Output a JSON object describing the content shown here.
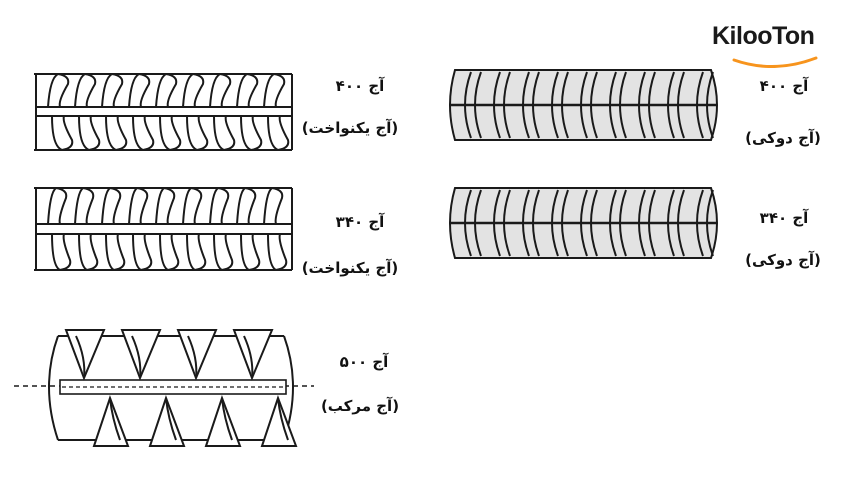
{
  "logo": {
    "text": "KilooTon",
    "accent": "#f7941d"
  },
  "labels": {
    "a400_single": {
      "grade": "آج ۴۰۰",
      "type": "(آج یکنواخت)"
    },
    "a340_single": {
      "grade": "آج ۳۴۰",
      "type": "(آج یکنواخت)"
    },
    "a500_composite": {
      "grade": "آج ۵۰۰",
      "type": "(آج مرکب)"
    },
    "a400_double": {
      "grade": "آج ۴۰۰",
      "type": "(آج دوکی)"
    },
    "a340_double": {
      "grade": "آج ۳۴۰",
      "type": "(آج دوکی)"
    }
  },
  "colors": {
    "line": "#1a1a1a",
    "shade": "#d9d9d9"
  }
}
